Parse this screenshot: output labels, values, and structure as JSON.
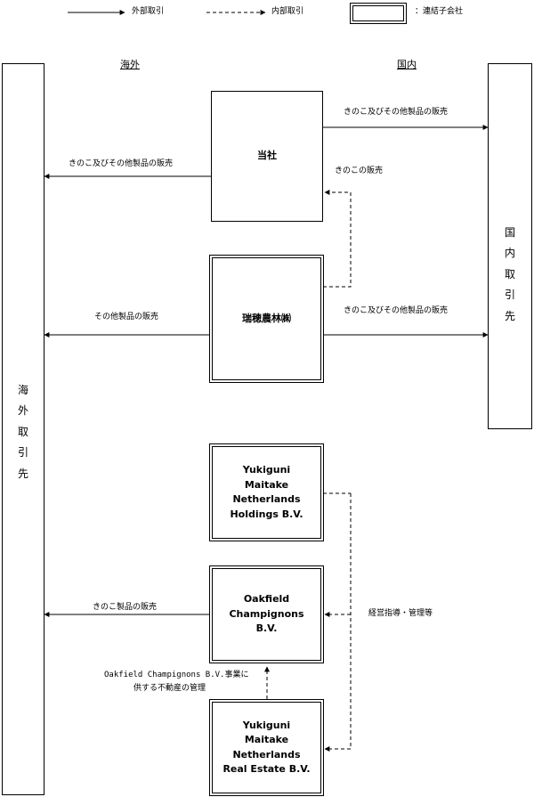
{
  "legend": {
    "external": "外部取引",
    "internal": "内部取引",
    "consolidated": "：連結子会社"
  },
  "headers": {
    "overseas": "海外",
    "domestic": "国内"
  },
  "side_boxes": {
    "overseas_partners": "海外取引先",
    "domestic_partners": "国内取引先"
  },
  "entities": {
    "company": "当社",
    "mizuho": "瑞穂農林㈱",
    "ymnh": "Yukiguni Maitake Netherlands Holdings B.V.",
    "oakfield": "Oakfield Champignons B.V.",
    "ymnre": "Yukiguni Maitake Netherlands Real Estate B.V."
  },
  "labels": {
    "company_to_domestic": "きのこ及びその他製品の販売",
    "company_to_overseas": "きのこ及びその他製品の販売",
    "mizuho_to_company": "きのこの販売",
    "mizuho_to_overseas": "その他製品の販売",
    "mizuho_to_domestic": "きのこ及びその他製品の販売",
    "oakfield_to_overseas": "きのこ製品の販売",
    "management": "経営指導・管理等",
    "real_estate_line1": "Oakfield  Champignons B.V.事業に",
    "real_estate_line2": "供する不動産の管理"
  }
}
